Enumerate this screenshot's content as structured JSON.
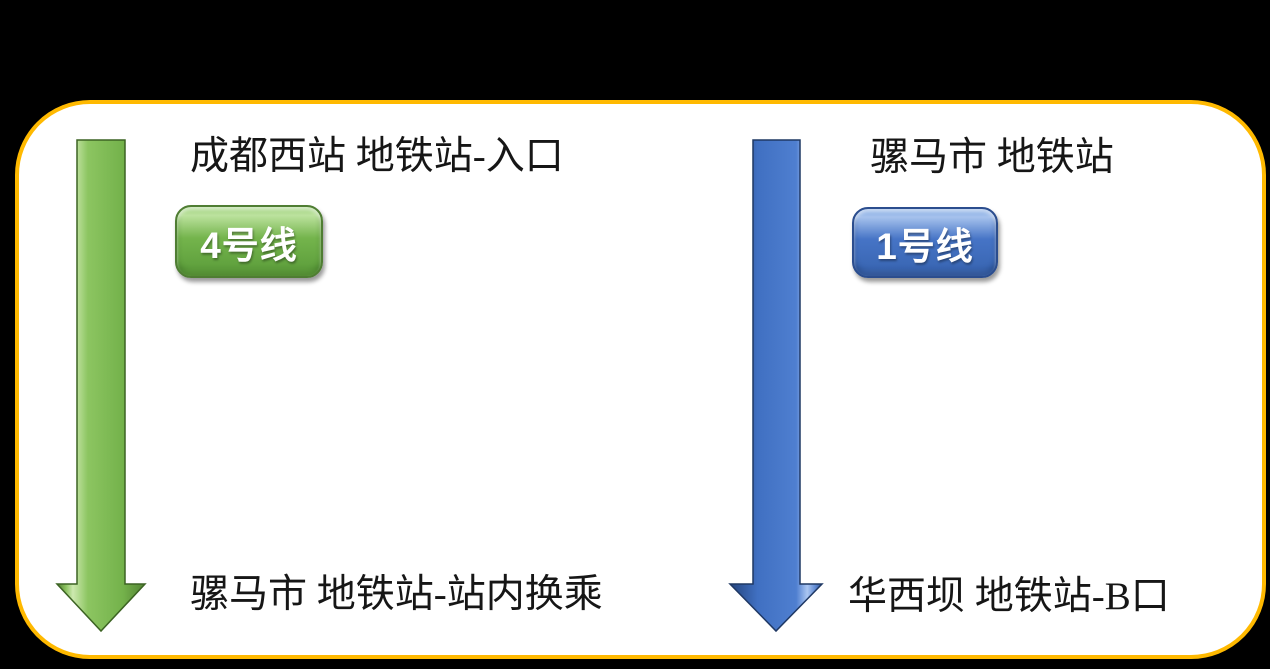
{
  "panel": {
    "page_background": "#000000",
    "background": "#FFFFFF",
    "border_color": "#FFB900"
  },
  "routes": [
    {
      "from_station": "成都西站 地铁站-入口",
      "line_badge": "4号线",
      "to_station": "骡马市 地铁站-站内换乘",
      "colors": {
        "arrow": "#77B54F",
        "arrow_dark": "#4E7A2E",
        "arrow_highlight": "#CDE9AF",
        "badge": "#6FB04A",
        "badge_border": "#4F7D33"
      }
    },
    {
      "from_station": "骡马市 地铁站",
      "line_badge": "1号线",
      "to_station": "华西坝 地铁站-B口",
      "colors": {
        "arrow": "#4472C4",
        "arrow_dark": "#2F5597",
        "arrow_highlight": "#ABC6F1",
        "badge": "#4674C6",
        "badge_border": "#2B4D8E"
      }
    }
  ]
}
